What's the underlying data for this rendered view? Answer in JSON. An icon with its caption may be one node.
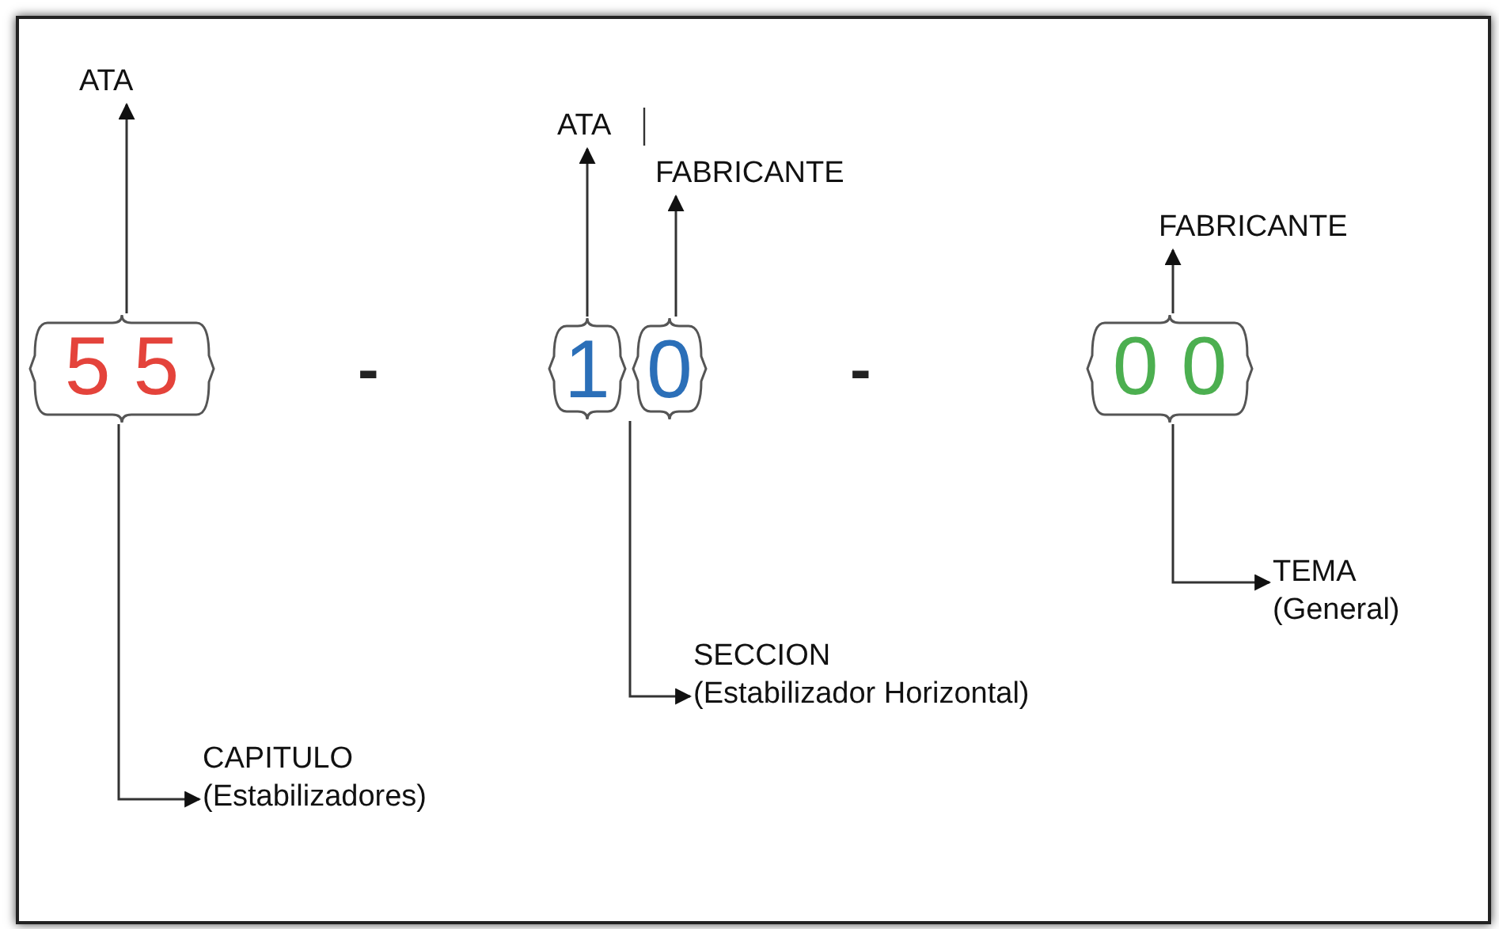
{
  "diagram": {
    "nodes": [
      {
        "text": [
          "5 5"
        ]
      },
      {
        "text": [
          "1"
        ]
      },
      {
        "text": [
          "0"
        ]
      },
      {
        "text": [
          "0 0"
        ]
      },
      {
        "text": [
          "ATA"
        ]
      },
      {
        "text": [
          "ATA"
        ]
      },
      {
        "text": [
          "FABRICANTE"
        ]
      },
      {
        "text": [
          "FABRICANTE"
        ]
      },
      {
        "text": [
          "CAPITULO",
          "(Estabilizadores)"
        ]
      },
      {
        "text": [
          "SECCION",
          "(Estabilizador Horizontal)"
        ]
      },
      {
        "text": [
          "TEMA",
          "(General)"
        ]
      }
    ],
    "edges": [
      {
        "from": 0,
        "to": 4,
        "arrow": "to"
      },
      {
        "from": 1,
        "to": 5,
        "arrow": "to"
      },
      {
        "from": 2,
        "to": 6,
        "arrow": "to"
      },
      {
        "from": 3,
        "to": 7,
        "arrow": "to"
      },
      {
        "from": 0,
        "to": 8,
        "arrow": "to"
      },
      {
        "from": 1,
        "to": 9,
        "arrow": "to"
      },
      {
        "from": 2,
        "to": 9,
        "arrow": "to"
      },
      {
        "from": 3,
        "to": 10,
        "arrow": "to"
      }
    ],
    "labels": [
      "-",
      "-"
    ]
  }
}
